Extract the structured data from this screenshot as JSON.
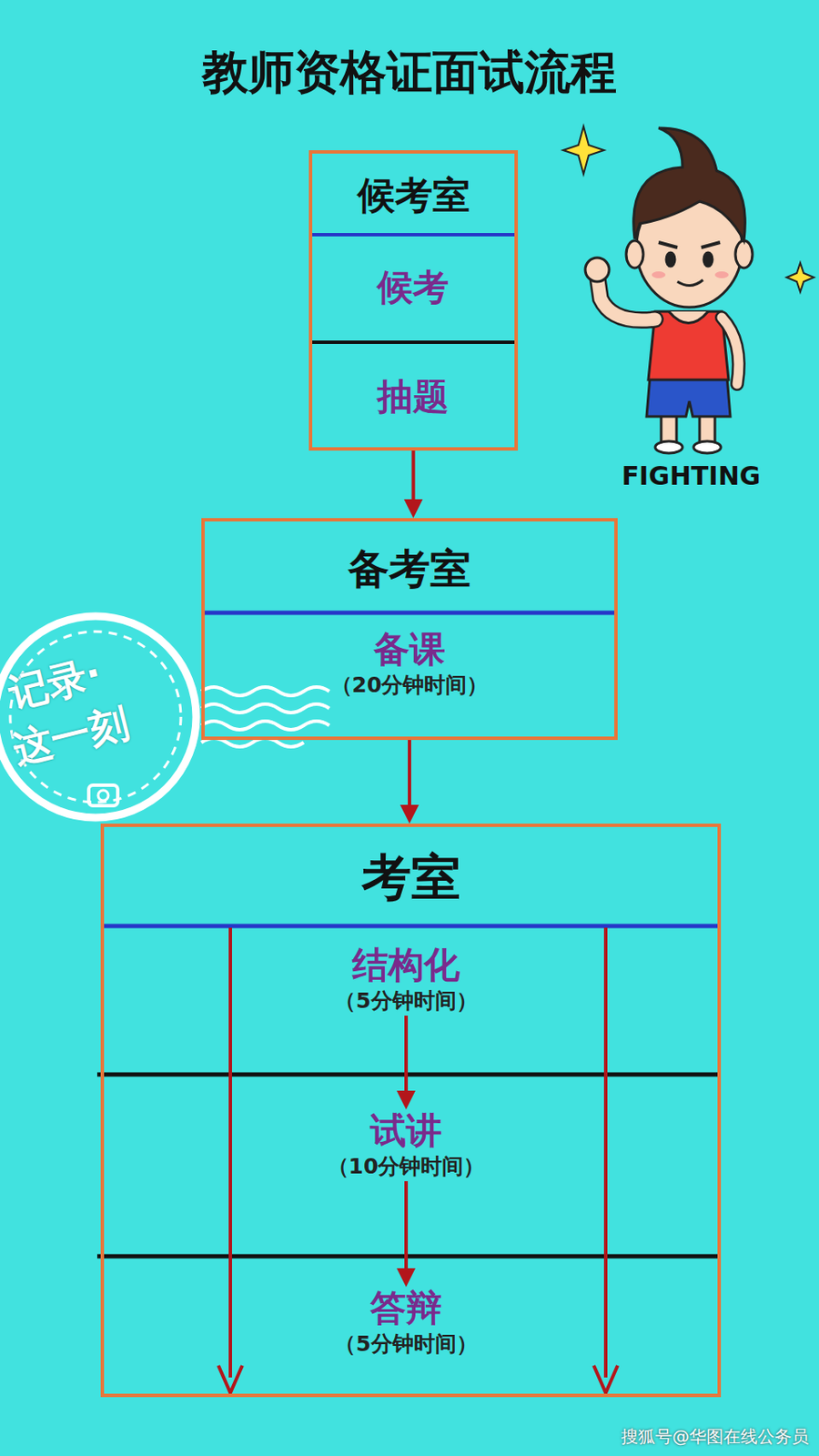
{
  "diagram": {
    "title": "教师资格证面试流程",
    "nodes": [
      {
        "text": [
          "候考室"
        ]
      },
      {
        "text": [
          "候考"
        ],
        "in": 0
      },
      {
        "text": [
          "抽题"
        ],
        "in": 0
      },
      {
        "text": [
          "备考室"
        ]
      },
      {
        "text": [
          "备课",
          "（20分钟时间）"
        ],
        "in": 3
      },
      {
        "text": [
          "考室"
        ]
      },
      {
        "text": [
          "结构化",
          "（5分钟时间）"
        ],
        "in": 5
      },
      {
        "text": [
          "试讲",
          "（10分钟时间）"
        ],
        "in": 5
      },
      {
        "text": [
          "答辩",
          "（5分钟时间）"
        ],
        "in": 5
      }
    ],
    "edges": [
      {
        "from": 0,
        "to": 3,
        "arrow": "to"
      },
      {
        "from": 3,
        "to": 5,
        "arrow": "to"
      },
      {
        "from": 6,
        "to": 7,
        "arrow": "to"
      },
      {
        "from": 7,
        "to": 8,
        "arrow": "to"
      }
    ],
    "labels": [
      "FIGHTING",
      "记录·",
      "这一刻",
      "搜狐号@华图在线公务员"
    ]
  }
}
